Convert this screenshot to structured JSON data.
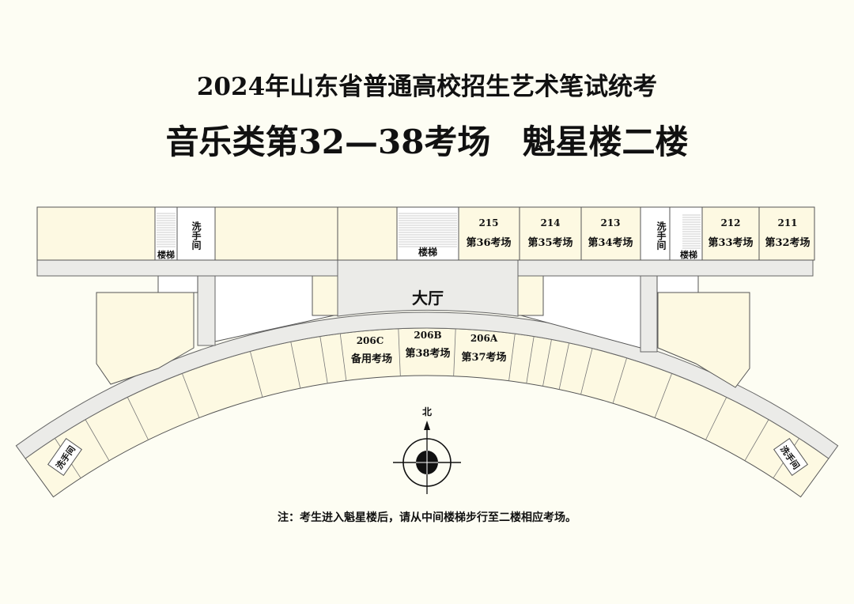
{
  "title": {
    "line1": "2024年山东省普通高校招生艺术笔试统考",
    "line2_left": "音乐类第32—38考场",
    "line2_right": "魁星楼二楼"
  },
  "plan": {
    "hall": "大厅",
    "stairs": "楼梯",
    "washroom": "洗手间",
    "rooms_north": [
      {
        "number": "215",
        "exam": "第36考场"
      },
      {
        "number": "214",
        "exam": "第35考场"
      },
      {
        "number": "213",
        "exam": "第34考场"
      },
      {
        "number": "212",
        "exam": "第33考场"
      },
      {
        "number": "211",
        "exam": "第32考场"
      }
    ],
    "rooms_south": [
      {
        "number": "206C",
        "exam": "备用考场"
      },
      {
        "number": "206B",
        "exam": "第38考场"
      },
      {
        "number": "206A",
        "exam": "第37考场"
      }
    ]
  },
  "compass": {
    "north": "北"
  },
  "note": "注：考生进入魁星楼后，请从中间楼梯步行至二楼相应考场。",
  "colors": {
    "room": "#fdf9e2",
    "corridor": "#ebebe8",
    "background": "#fdfdf3"
  }
}
